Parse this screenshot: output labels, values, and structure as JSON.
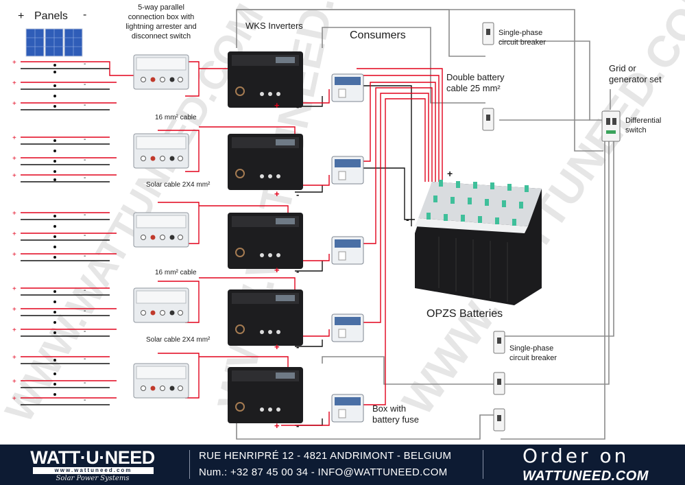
{
  "labels": {
    "panels_plus": "+",
    "panels": "Panels",
    "panels_minus": "-",
    "connection_box": [
      "5-way parallel",
      "connection box with",
      "lightning arrester and",
      "disconnect switch"
    ],
    "inverters": "WKS Inverters",
    "consumers": "Consumers",
    "breaker_top": [
      "Single-phase",
      "circuit breaker"
    ],
    "battery_cable": [
      "Double battery",
      "cable 25 mm²"
    ],
    "grid": [
      "Grid or",
      "generator set"
    ],
    "differential": [
      "Differential",
      "switch"
    ],
    "cable16_a": "16 mm² cable",
    "cable16_b": "16 mm² cable",
    "solar_cable_a": "Solar cable 2X4 mm²",
    "solar_cable_b": "Solar cable 2X4 mm²",
    "batteries": "OPZS Batteries",
    "breaker_bottom": [
      "Single-phase",
      "circuit breaker"
    ],
    "fuse_box": [
      "Box with",
      "battery fuse"
    ],
    "battery_plus": "+",
    "battery_minus": "-",
    "watermark": "WWW.WATTUNEED.COM"
  },
  "footer": {
    "brand_name": "WATT·U·NEED",
    "brand_url": "www.wattuneed.com",
    "brand_tagline": "Solar Power Systems",
    "address": "RUE HENRIPRÉ 12 - 4821 ANDRIMONT - BELGIUM",
    "contact": "Num.: +32 87 45 00 34 - INFO@WATTUNEED.COM",
    "order_line1": "Order on",
    "order_line2": "WATTUNEED.COM"
  },
  "colors": {
    "positive_wire": "#e2001a",
    "negative_wire": "#111111",
    "ac_wire": "#8a8a8a",
    "footer_bg": "#0d1b33",
    "battery_cap": "#3fbf9a"
  }
}
